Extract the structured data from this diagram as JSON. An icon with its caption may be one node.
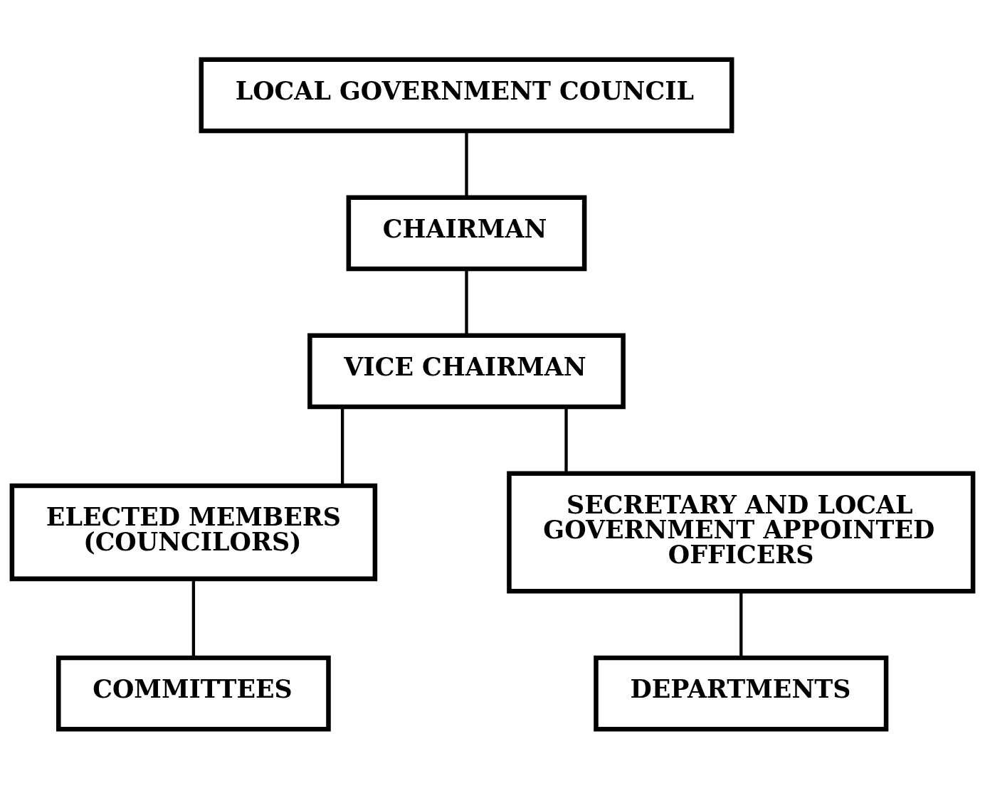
{
  "diagram": {
    "nodes": [
      {
        "text": [
          "LOCAL GOVERNMENT COUNCIL"
        ]
      },
      {
        "text": [
          "CHAIRMAN"
        ]
      },
      {
        "text": [
          "VICE CHAIRMAN"
        ]
      },
      {
        "text": [
          "ELECTED MEMBERS (COUNCILORS)"
        ]
      },
      {
        "text": [
          "SECRETARY AND LOCAL GOVERNMENT APPOINTED OFFICERS"
        ]
      },
      {
        "text": [
          "COMMITTEES"
        ]
      },
      {
        "text": [
          "DEPARTMENTS"
        ]
      }
    ],
    "edges": [
      {
        "from": 0,
        "to": 1,
        "arrow": "none"
      },
      {
        "from": 1,
        "to": 2,
        "arrow": "none"
      },
      {
        "from": 2,
        "to": 3,
        "arrow": "none"
      },
      {
        "from": 2,
        "to": 4,
        "arrow": "none"
      },
      {
        "from": 3,
        "to": 5,
        "arrow": "none"
      },
      {
        "from": 4,
        "to": 6,
        "arrow": "none"
      }
    ]
  }
}
